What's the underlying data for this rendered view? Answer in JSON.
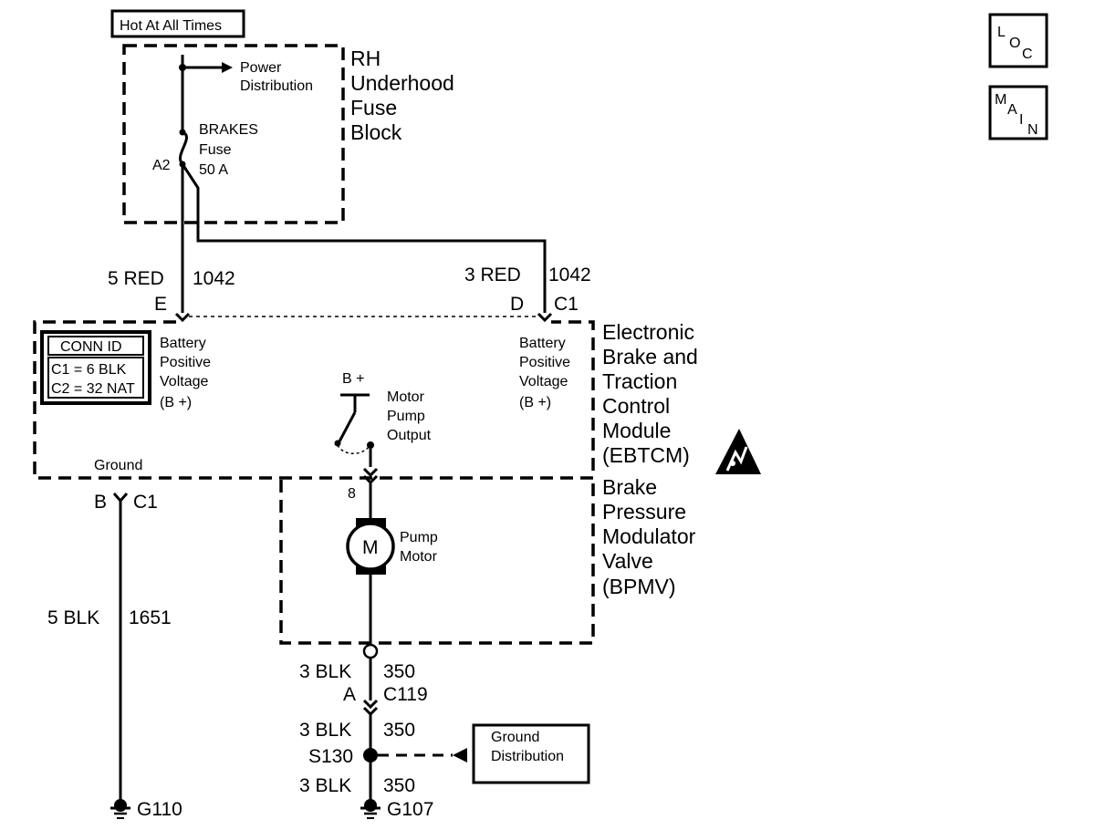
{
  "top_label": "Hot At All Times",
  "fuse_block": {
    "power_distribution": [
      "Power",
      "Distribution"
    ],
    "fuse": [
      "BRAKES",
      "Fuse",
      "50 A"
    ],
    "pin": "A2",
    "title": [
      "RH",
      "Underhood",
      "Fuse",
      "Block"
    ]
  },
  "wires": {
    "left_top": {
      "gauge_color": "5 RED",
      "circuit": "1042",
      "pin": "E"
    },
    "right_top": {
      "gauge_color": "3 RED",
      "circuit": "1042",
      "pin": "D",
      "connector": "C1"
    },
    "ground_left": {
      "pin": "B",
      "connector": "C1",
      "gauge_color": "5 BLK",
      "circuit": "1651",
      "ground": "G110"
    },
    "motor_out_1": {
      "gauge_color": "3 BLK",
      "circuit": "350",
      "pin": "A",
      "connector": "C119"
    },
    "motor_out_2": {
      "gauge_color": "3 BLK",
      "circuit": "350",
      "splice": "S130"
    },
    "motor_out_3": {
      "gauge_color": "3 BLK",
      "circuit": "350",
      "ground": "G107"
    }
  },
  "ebtcm": {
    "conn_id": {
      "title": "CONN ID",
      "lines": [
        "C1 = 6 BLK",
        "C2 = 32 NAT"
      ]
    },
    "bpv_left": [
      "Battery",
      "Positive",
      "Voltage",
      "(B +)"
    ],
    "bpv_right": [
      "Battery",
      "Positive",
      "Voltage",
      "(B +)"
    ],
    "b_plus": "B +",
    "motor_pump_output": [
      "Motor",
      "Pump",
      "Output"
    ],
    "ground": "Ground",
    "title": [
      "Electronic",
      "Brake and",
      "Traction",
      "Control",
      "Module",
      "(EBTCM)"
    ]
  },
  "bpmv": {
    "pin": "8",
    "motor_symbol": "M",
    "pump_motor": [
      "Pump",
      "Motor"
    ],
    "title": [
      "Brake",
      "Pressure",
      "Modulator",
      "Valve",
      "(BPMV)"
    ]
  },
  "ground_distribution": [
    "Ground",
    "Distribution"
  ],
  "nav": {
    "loc": [
      "L",
      "O",
      "C"
    ],
    "main": [
      "M",
      "A",
      "I",
      "N"
    ]
  }
}
